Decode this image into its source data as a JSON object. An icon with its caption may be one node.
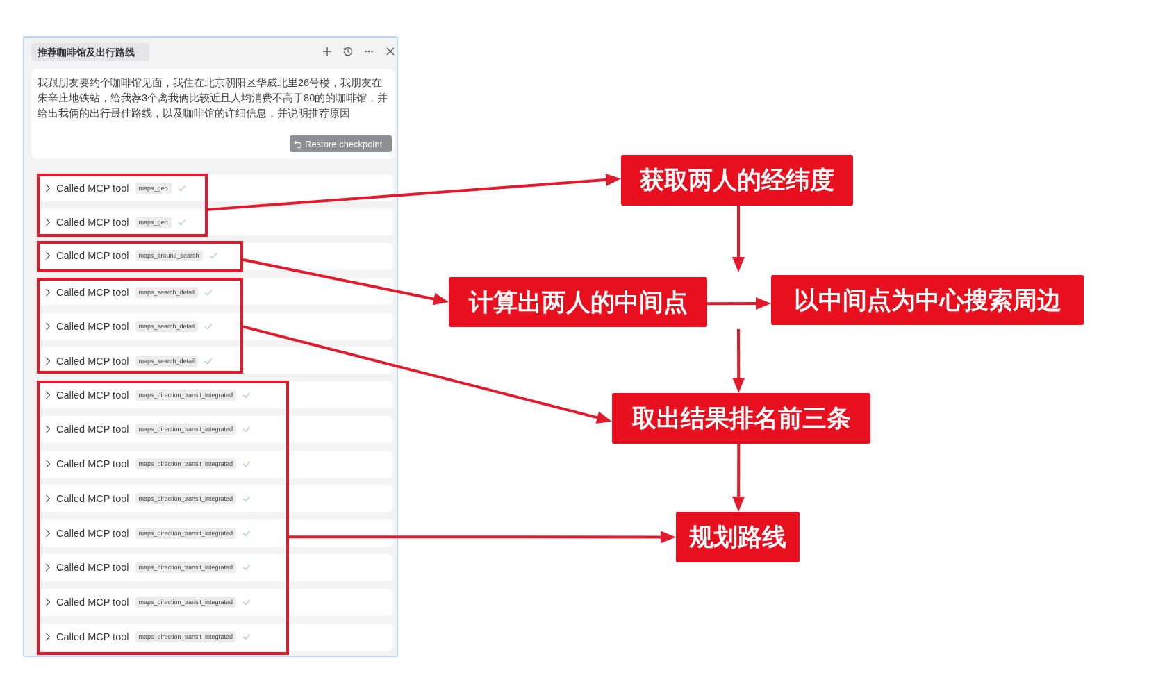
{
  "diagram": {
    "nodes": [
      {
        "text": [],
        "shape": "box"
      },
      {
        "text": [
          "Called MCP tool",
          "maps_geo"
        ],
        "in": 0
      },
      {
        "text": [
          "Called MCP tool",
          "maps_geo"
        ],
        "in": 0
      },
      {
        "text": [],
        "shape": "box"
      },
      {
        "text": [
          "Called MCP tool",
          "maps_around_search"
        ],
        "in": 3
      },
      {
        "text": [],
        "shape": "box"
      },
      {
        "text": [
          "Called MCP tool",
          "maps_search_detail"
        ],
        "in": 5
      },
      {
        "text": [
          "Called MCP tool",
          "maps_search_detail"
        ],
        "in": 5
      },
      {
        "text": [
          "Called MCP tool",
          "maps_search_detail"
        ],
        "in": 5
      },
      {
        "text": [],
        "shape": "box"
      },
      {
        "text": [
          "Called MCP tool",
          "maps_direction_transit_integrated"
        ],
        "in": 9
      },
      {
        "text": [
          "Called MCP tool",
          "maps_direction_transit_integrated"
        ],
        "in": 9
      },
      {
        "text": [
          "Called MCP tool",
          "maps_direction_transit_integrated"
        ],
        "in": 9
      },
      {
        "text": [
          "Called MCP tool",
          "maps_direction_transit_integrated"
        ],
        "in": 9
      },
      {
        "text": [
          "Called MCP tool",
          "maps_direction_transit_integrated"
        ],
        "in": 9
      },
      {
        "text": [
          "Called MCP tool",
          "maps_direction_transit_integrated"
        ],
        "in": 9
      },
      {
        "text": [
          "Called MCP tool",
          "maps_direction_transit_integrated"
        ],
        "in": 9
      },
      {
        "text": [
          "Called MCP tool",
          "maps_direction_transit_integrated"
        ],
        "in": 9
      },
      {
        "text": [
          "获取两人的经纬度"
        ]
      },
      {
        "text": [
          "计算出两人的中间点"
        ]
      },
      {
        "text": [
          "以中间点为中心搜索周边"
        ]
      },
      {
        "text": [
          "取出结果排名前三条"
        ]
      },
      {
        "text": [
          "规划路线"
        ]
      }
    ],
    "edges": [
      {
        "from": 0,
        "to": 18,
        "arrow": "to"
      },
      {
        "from": 3,
        "to": 19,
        "arrow": "to"
      },
      {
        "from": 5,
        "to": 21,
        "arrow": "to"
      },
      {
        "from": 9,
        "to": 22,
        "arrow": "to"
      },
      {
        "from": 18,
        "to": null,
        "arrow": "to"
      },
      {
        "from": 19,
        "to": 20,
        "arrow": "to"
      },
      {
        "from": null,
        "to": 21,
        "arrow": "to"
      },
      {
        "from": 21,
        "to": 22,
        "arrow": "to"
      }
    ],
    "labels": [
      "推荐咖啡馆及出行路线",
      "我跟朋友要约个咖啡馆见面，我住在北京朝阳区华威北里26号楼，我朋友在朱辛庄地铁站，给我荐3个离我俩比较近且人均消费不高于80的的咖啡馆，并给出我俩的出行最佳路线，以及咖啡馆的详细信息，并说明推荐原因",
      "Restore checkpoint"
    ]
  }
}
